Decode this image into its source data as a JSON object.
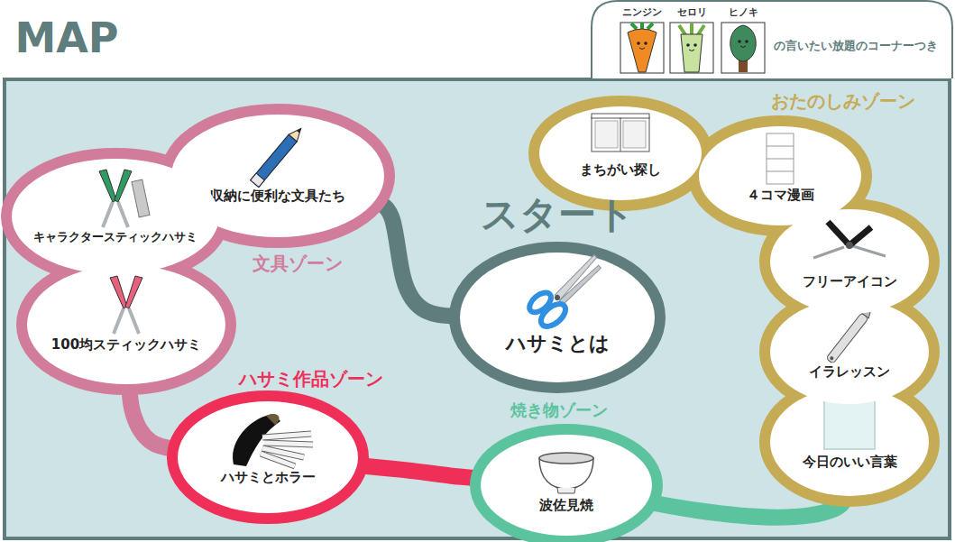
{
  "diagram": {
    "title": "MAP",
    "nodes": [
      {
        "text": [
          "スタート",
          "ハサミとは"
        ]
      },
      {
        "text": [
          "収納に便利な文具たち"
        ]
      },
      {
        "text": [
          "キャラクタースティックハサミ"
        ]
      },
      {
        "text": [
          "100均スティックハサミ"
        ]
      },
      {
        "text": [
          "ハサミとホラー"
        ]
      },
      {
        "text": [
          "波佐見焼"
        ]
      },
      {
        "text": [
          "今日のいい言葉"
        ]
      },
      {
        "text": [
          "イラレッスン"
        ]
      },
      {
        "text": [
          "フリーアイコン"
        ]
      },
      {
        "text": [
          "４コマ漫画"
        ]
      },
      {
        "text": [
          "まちがい探し"
        ]
      },
      {
        "text": [
          "ニンジン",
          "セロリ",
          "ヒノキ",
          "の言いたい放題のコーナーつき"
        ]
      }
    ],
    "edges": [
      {
        "from": 0,
        "to": 1,
        "arrow": "none"
      },
      {
        "from": 3,
        "to": 4,
        "arrow": "none"
      },
      {
        "from": 4,
        "to": 5,
        "arrow": "none"
      },
      {
        "from": 5,
        "to": 6,
        "arrow": "none"
      }
    ],
    "labels": [
      "文具ゾーン",
      "おたのしみゾーン",
      "ハサミ作品ゾーン",
      "焼き物ゾーン"
    ]
  }
}
